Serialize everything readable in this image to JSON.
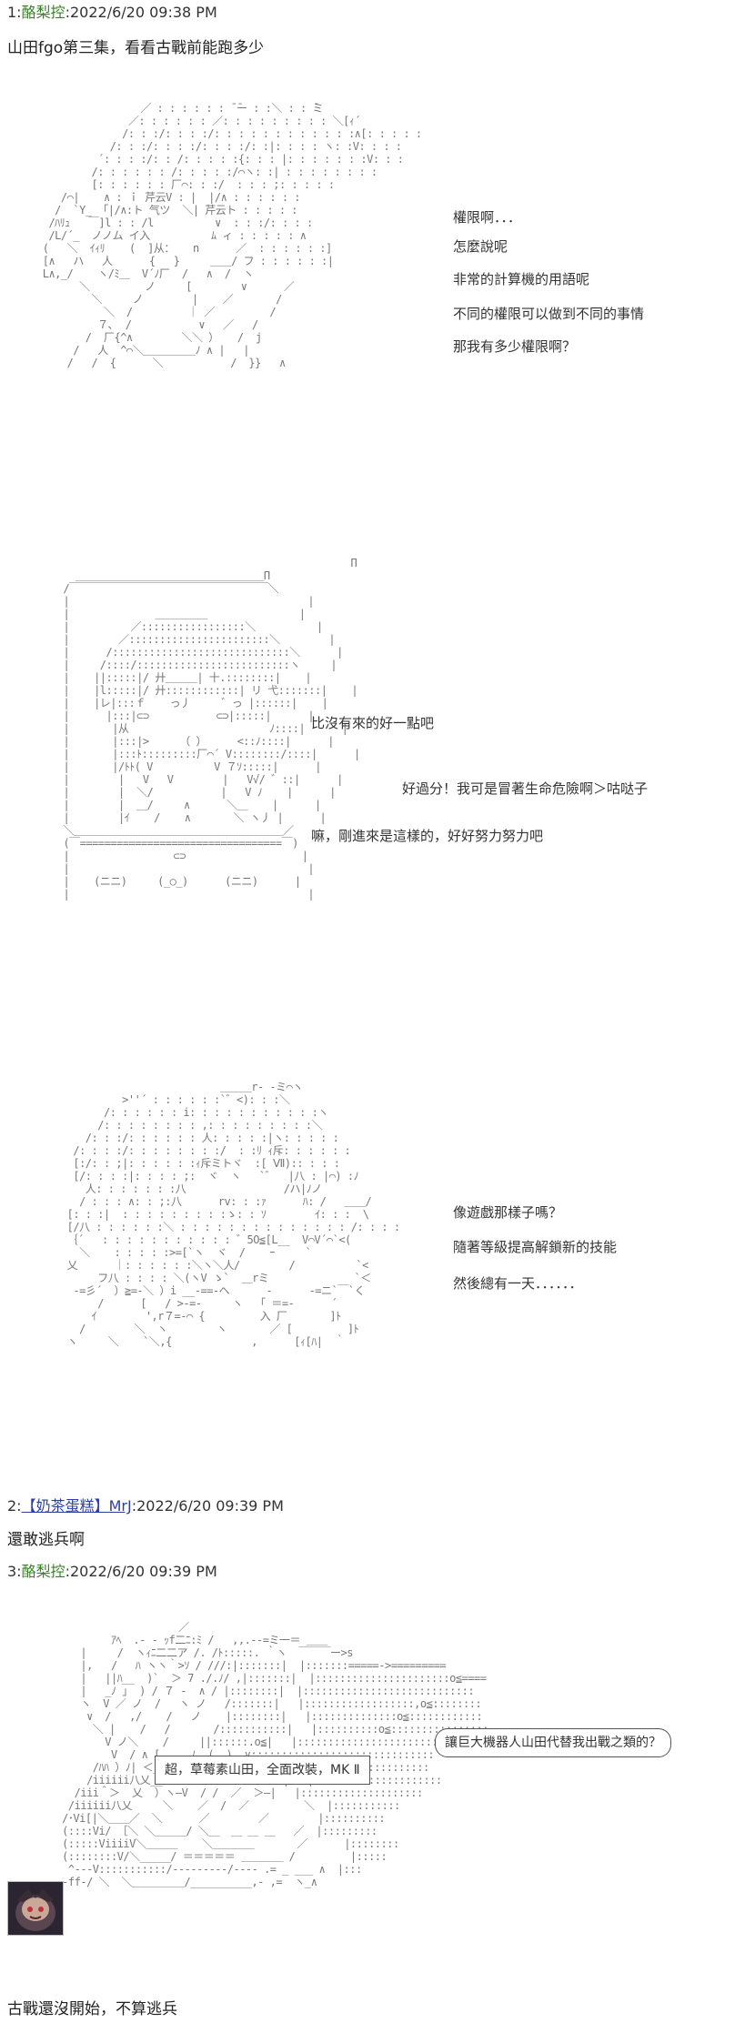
{
  "posts": [
    {
      "num": "1:",
      "name": "酪梨控",
      "sep": ":",
      "time": "2022/6/20 09:38 PM",
      "text": "山田fgo第三集，看看古戰前能跑多少"
    },
    {
      "num": "2:",
      "name_tag": "【奶茶蛋糕】",
      "name": "MrJ",
      "sep": ":",
      "time": "2022/6/20 09:39 PM",
      "text": "還敢逃兵啊"
    },
    {
      "num": "3:",
      "name": "酪梨控",
      "sep": ":",
      "time": "2022/6/20 09:39 PM",
      "text": "古戰還沒開始，不算逃兵"
    }
  ],
  "scene1": {
    "lines": [
      "權限啊．．．",
      "怎麼說呢",
      "非常的計算機的用語呢",
      "不同的權限可以做到不同的事情",
      "那我有多少權限啊？"
    ]
  },
  "scene2": {
    "lines": [
      "比沒有來的好一點吧",
      "好過分！我可是冒著生命危險啊＞咕哒子",
      "嘛，剛進來是這樣的，好好努力努力吧"
    ]
  },
  "scene3": {
    "lines": [
      "像遊戲那樣子嗎？",
      "隨著等級提高解鎖新的技能",
      "然後總有一天．．．．．．"
    ]
  },
  "scene4": {
    "box_left": "超，草莓素山田，全面改裝，MK Ⅱ",
    "box_right": "讓巨大機器人山田代替我出戰之類的？"
  }
}
